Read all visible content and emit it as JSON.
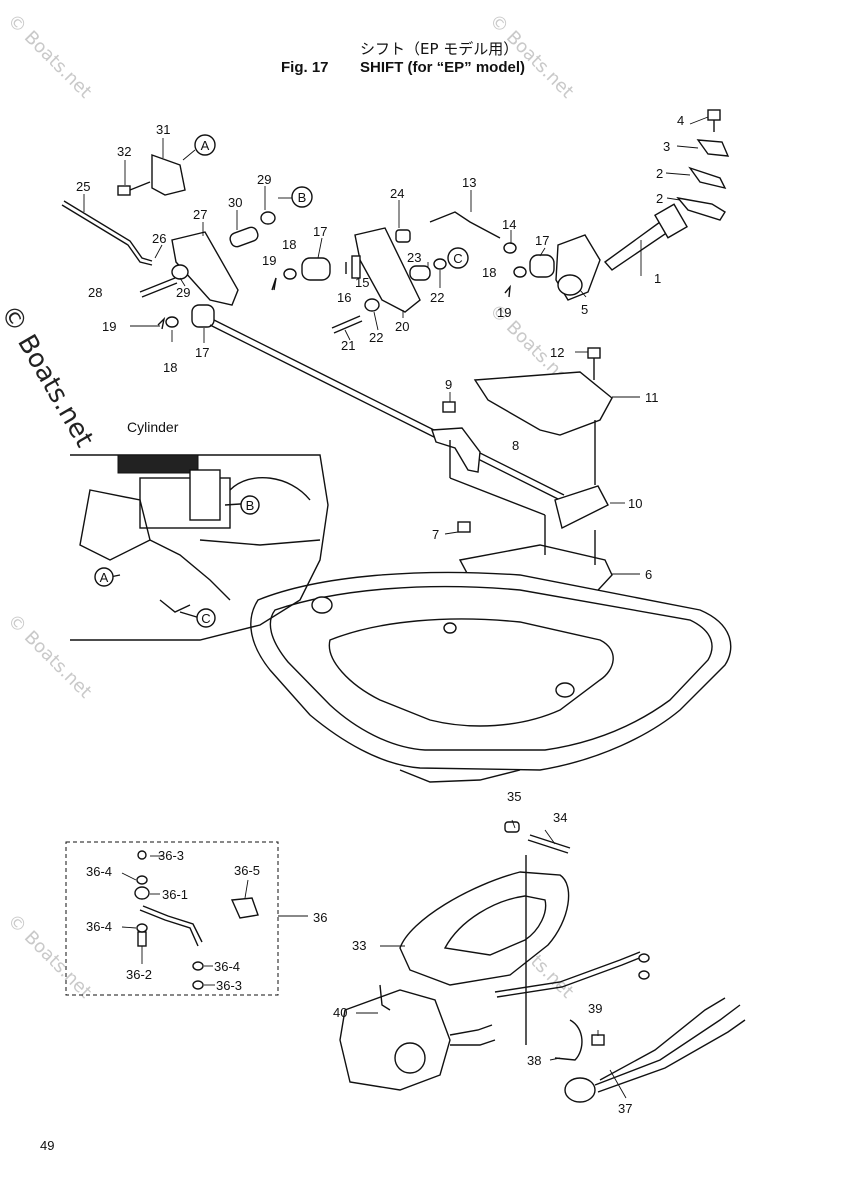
{
  "header": {
    "title_jp": "シフト（EP モデル用）",
    "fig_label": "Fig. 17",
    "title_en": "SHIFT (for “EP” model)"
  },
  "page_number": "49",
  "watermark": "© Boats.net",
  "cylinder_label": "Cylinder",
  "callouts": {
    "a": "A",
    "b": "B",
    "c": "C"
  },
  "part_labels": {
    "p1": "1",
    "p2a": "2",
    "p2b": "2",
    "p3": "3",
    "p4": "4",
    "p5": "5",
    "p6": "6",
    "p7": "7",
    "p8": "8",
    "p9": "9",
    "p10": "10",
    "p11": "11",
    "p12": "12",
    "p13": "13",
    "p14": "14",
    "p15": "15",
    "p16": "16",
    "p17a": "17",
    "p17b": "17",
    "p17c": "17",
    "p18a": "18",
    "p18b": "18",
    "p18c": "18",
    "p19a": "19",
    "p19b": "19",
    "p19c": "19",
    "p20": "20",
    "p21": "21",
    "p22a": "22",
    "p22b": "22",
    "p23": "23",
    "p24": "24",
    "p25": "25",
    "p26": "26",
    "p27": "27",
    "p28": "28",
    "p29a": "29",
    "p29b": "29",
    "p30": "30",
    "p31": "31",
    "p32": "32",
    "p33": "33",
    "p34": "34",
    "p35": "35",
    "p36": "36",
    "p36_1": "36-1",
    "p36_2": "36-2",
    "p36_3a": "36-3",
    "p36_3b": "36-3",
    "p36_4a": "36-4",
    "p36_4b": "36-4",
    "p36_4c": "36-4",
    "p36_5": "36-5",
    "p37": "37",
    "p38": "38",
    "p39": "39",
    "p40": "40"
  }
}
